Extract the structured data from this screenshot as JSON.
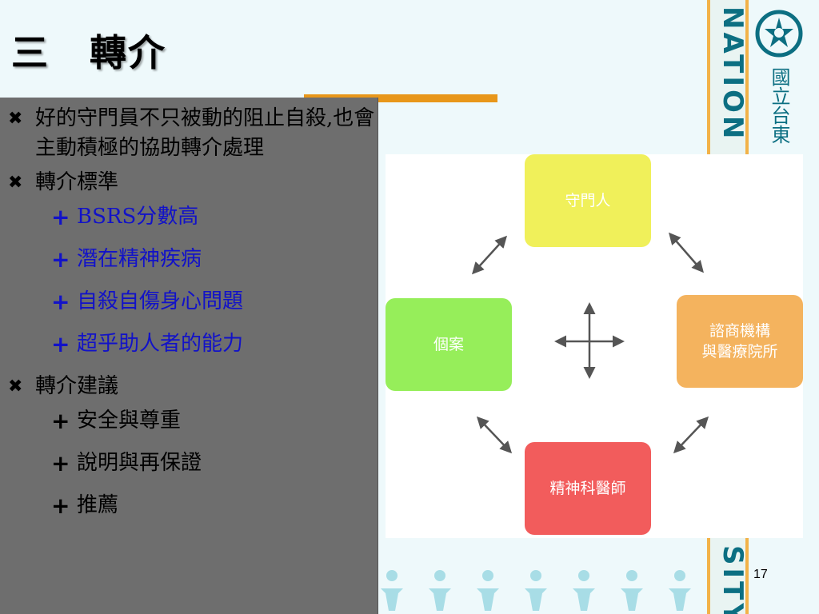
{
  "title": {
    "num": "三",
    "text": "轉介"
  },
  "banner": {
    "top": "NATION",
    "bottom": "SITY"
  },
  "emblem_text": "國立台東",
  "bullets": [
    {
      "text": "好的守門員不只被動的阻止自殺,也會主動積極的協助轉介處理",
      "subs": []
    },
    {
      "text": "轉介標準",
      "color": "blue",
      "subs": [
        "BSRS分數高",
        "潛在精神疾病",
        "自殺自傷身心問題",
        "超乎助人者的能力"
      ]
    },
    {
      "text": "轉介建議",
      "color": "black",
      "subs": [
        "安全與尊重",
        "說明與再保證",
        "推薦"
      ]
    }
  ],
  "diagram": {
    "top": "守門人",
    "left": "個案",
    "right_line1": "諮商機構",
    "right_line2": "與醫療院所",
    "bottom": "精神科醫師"
  },
  "colors": {
    "top": "#f0f05a",
    "left": "#96ee5a",
    "right": "#f4b35e",
    "bottom": "#f25c5c",
    "panel": "#6e6e6e",
    "accent": "#e8971a",
    "sub_blue": "#1212c8"
  },
  "page_number": "17"
}
